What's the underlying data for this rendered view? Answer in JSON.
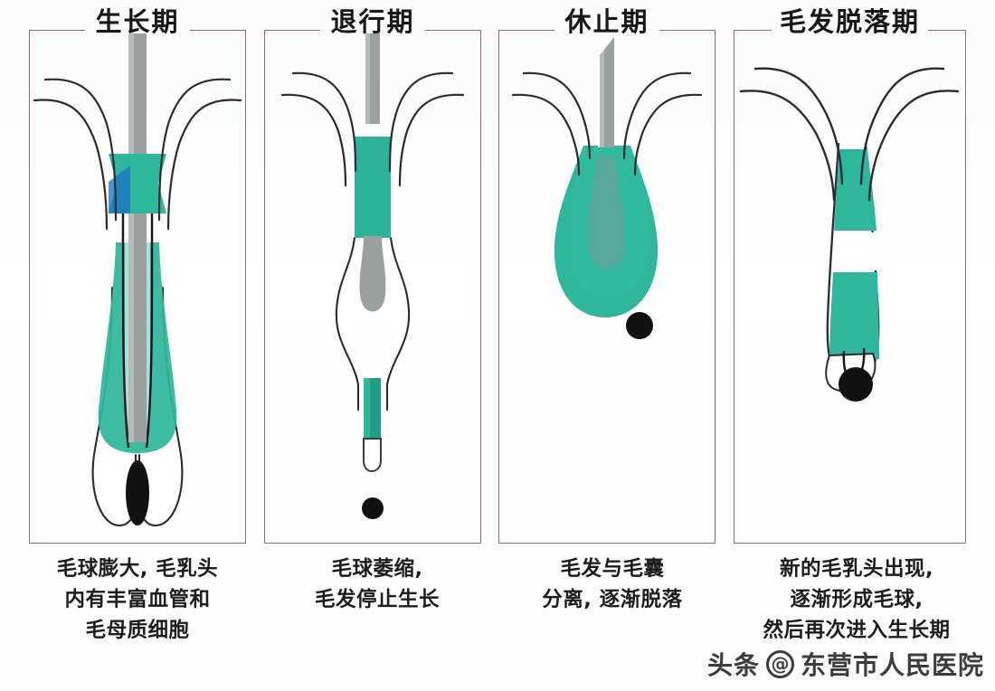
{
  "figure": {
    "title_visible": false,
    "panel_count": 4,
    "colors": {
      "border": "#8d6b7c",
      "teal": "#2fb79b",
      "teal_dark": "#1f9d85",
      "blue_patch": "#1a74c6",
      "hair_shaft_gray": "#9aa0a0",
      "papilla_black": "#111111",
      "outline": "#2b2b33",
      "text": "#1d1d20",
      "background": "#ffffff"
    }
  },
  "panels": [
    {
      "id": "anagen",
      "title": "生长期",
      "caption_lines": [
        "毛球膨大, 毛乳头",
        "内有丰富血管和",
        "毛母质细胞"
      ],
      "features": {
        "hair_shaft": "present-full",
        "bulb": "enlarged",
        "papilla": "inside-bulb",
        "teal_bands": 2,
        "blue_patch": true
      }
    },
    {
      "id": "catagen",
      "title": "退行期",
      "caption_lines": [
        "毛球萎缩,",
        "毛发停止生长"
      ],
      "features": {
        "hair_shaft": "retracted",
        "bulb": "club-shaped",
        "papilla": "detached-below",
        "teal_bands": 2,
        "blue_patch": false
      }
    },
    {
      "id": "telogen",
      "title": "休止期",
      "caption_lines": [
        "毛发与毛囊",
        "分离, 逐渐脱落"
      ],
      "features": {
        "hair_shaft": "short-club",
        "bulb": "teardrop-sac",
        "papilla": "outside-lower-right",
        "teal_bands": 1,
        "blue_patch": false
      }
    },
    {
      "id": "exogen",
      "title": "毛发脱落期",
      "caption_lines": [
        "新的毛乳头出现,",
        "逐渐形成毛球,",
        "然后再次进入生长期"
      ],
      "features": {
        "hair_shaft": "absent",
        "bulb": "reforming",
        "papilla": "new-at-base",
        "teal_bands": 2,
        "blue_patch": false
      }
    }
  ],
  "watermark": {
    "source_label": "头条",
    "at_symbol": "@",
    "account": "东营市人民医院"
  }
}
